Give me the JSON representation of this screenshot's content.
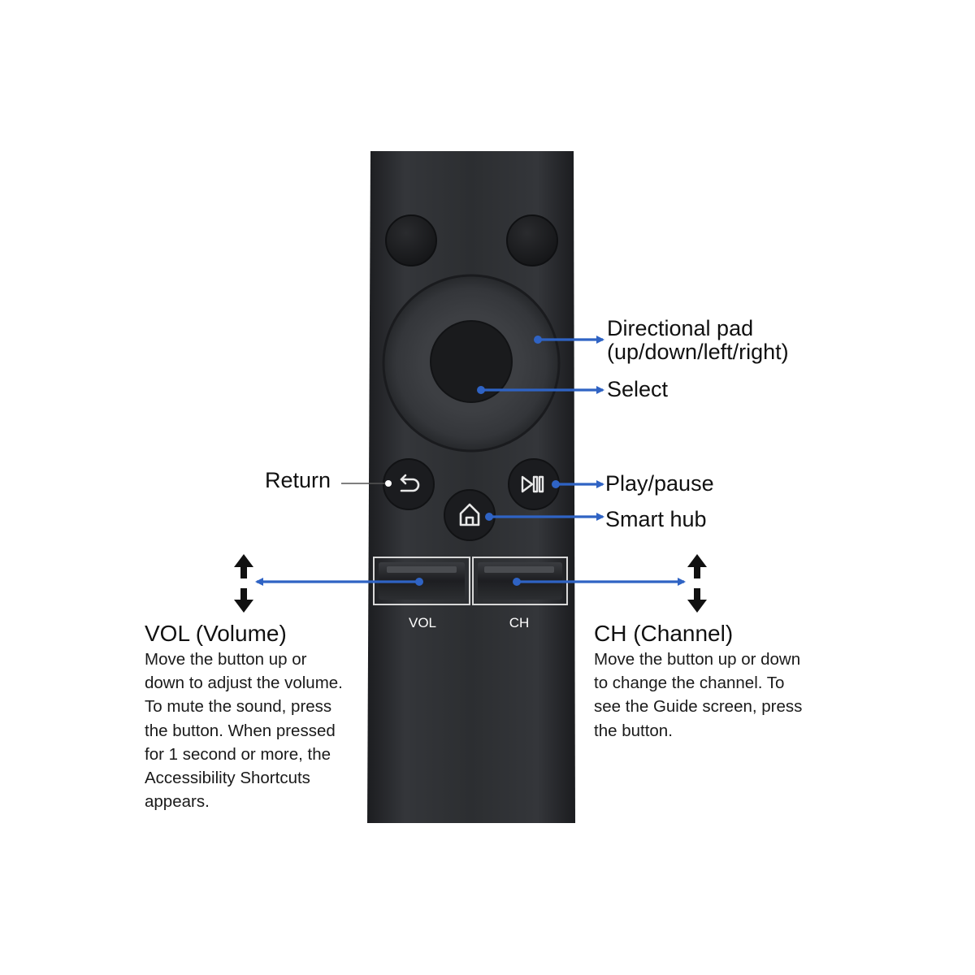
{
  "diagram": {
    "callouts": {
      "directional_pad": "Directional pad\n(up/down/left/right)",
      "select": "Select",
      "return": "Return",
      "play_pause": "Play/pause",
      "smart_hub": "Smart hub"
    },
    "remote_labels": {
      "vol": "VOL",
      "ch": "CH"
    },
    "vol_section": {
      "heading": "VOL (Volume)",
      "description": "Move the button up or\ndown to adjust the volume.\nTo mute the sound, press\nthe button. When  pressed\nfor 1 second or more, the\nAccessibility Shortcuts\nappears."
    },
    "ch_section": {
      "heading": "CH (Channel)",
      "description": "Move the button up or down\nto change the channel. To\nsee the Guide screen, press\nthe button."
    },
    "icons": [
      "return-icon",
      "play-pause-icon",
      "home-icon",
      "up-down-arrow-icon"
    ],
    "colors": {
      "remote_body": "#2b2d30",
      "arrow_blue": "#2f63c4",
      "label_text": "#111111"
    }
  }
}
